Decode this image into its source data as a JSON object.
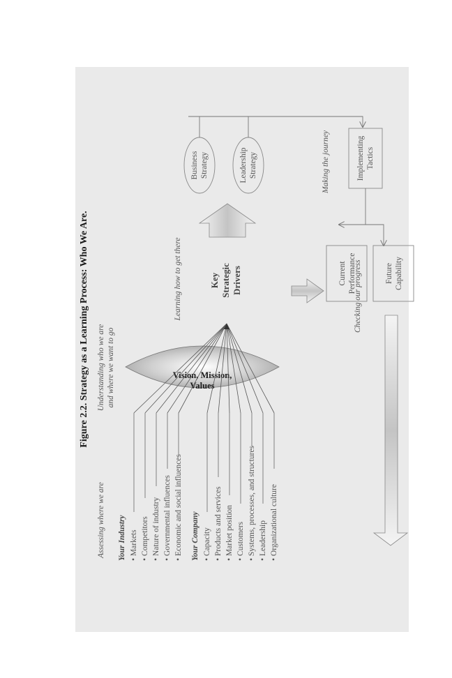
{
  "figure": {
    "title": "Figure 2.2.  Strategy as a Learning Process: Who We Are."
  },
  "phases": {
    "assessing": "Assessing where we are",
    "understanding_line1": "Understanding who we are",
    "understanding_line2": "and where we want to go",
    "learning": "Learning how to get there",
    "journey": "Making the journey",
    "progress": "Checking our progress"
  },
  "industry": {
    "heading": "Your Industry",
    "items": [
      "Markets",
      "Competitors",
      "Nature of industry",
      "Governmental influences",
      "Economic and social influences"
    ]
  },
  "company": {
    "heading": "Your Company",
    "items": [
      "Capacity",
      "Products and services",
      "Market position",
      "Customers",
      "Systems, processes, and structures",
      "Leadership",
      "Organizational culture"
    ]
  },
  "lens": {
    "line1": "Vision, Mission,",
    "line2": "Values"
  },
  "drivers": {
    "line1": "Key",
    "line2": "Strategic",
    "line3": "Drivers"
  },
  "strategies": {
    "business_line1": "Business",
    "business_line2": "Strategy",
    "leadership_line1": "Leadership",
    "leadership_line2": "Strategy"
  },
  "boxes": {
    "tactics_line1": "Implementing",
    "tactics_line2": "Tactics",
    "current_line1": "Current",
    "current_line2": "Performance",
    "future_line1": "Future",
    "future_line2": "Capability"
  }
}
